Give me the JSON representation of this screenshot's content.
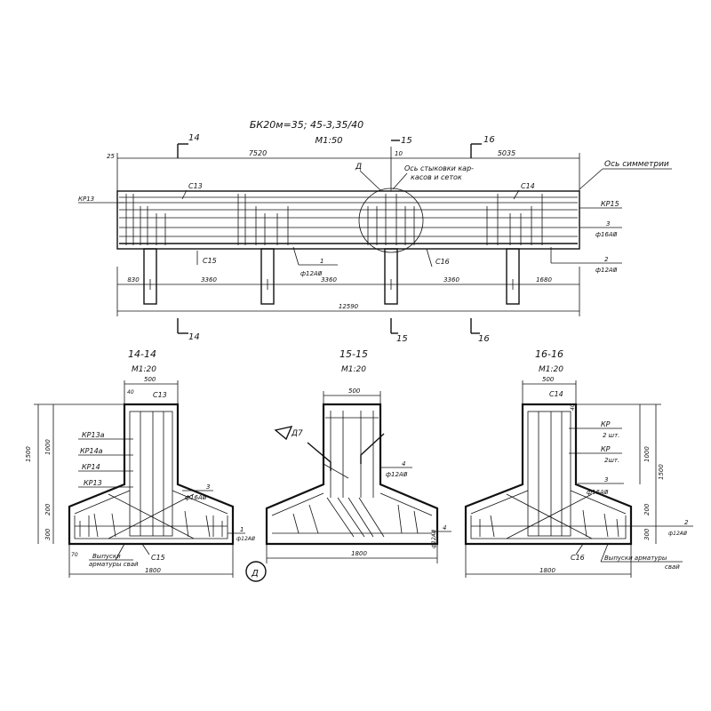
{
  "title": "БК20м=35; 45-3,35/40",
  "elevation": {
    "scale": "M1:50",
    "section_marks": [
      "14",
      "15",
      "16"
    ],
    "detail_mark": "Д",
    "axis_of_symmetry": "Ось симметрии",
    "joint_axis_line1": "Ось стыковки кар-",
    "joint_axis_line2": "касов и сеток",
    "labels": {
      "kr13": "КР13",
      "kr15": "КР15",
      "c13": "С13",
      "c14": "С14",
      "c15": "С15",
      "c16": "С16",
      "bar1_num": "1",
      "bar1_dia": "ф12АⅢ",
      "bar2_num": "2",
      "bar2_dia": "ф12АⅢ",
      "bar3_num": "3",
      "bar3_dia": "ф16АⅢ"
    },
    "dims": {
      "d25": "25",
      "d7520": "7520",
      "d10": "10",
      "d5035": "5035",
      "d830": "830",
      "d3360a": "3360",
      "d3360b": "3360",
      "d3360c": "3360",
      "d1680": "1680",
      "d12590": "12590"
    }
  },
  "section14": {
    "title": "14-14",
    "scale": "M1:20",
    "labels": {
      "kr13a": "КР13а",
      "kr14a": "КР14а",
      "kr14": "КР14",
      "kr13": "КР13",
      "c13": "С13",
      "c15": "С15",
      "bar3_num": "3",
      "bar3_dia": "ф16АⅢ",
      "bar1_num": "1",
      "bar1_dia": "ф12АⅢ",
      "pile_outlets_1": "Выпуски",
      "pile_outlets_2": "арматуры свай",
      "detail": "Д"
    },
    "dims": {
      "d500": "500",
      "d40": "40",
      "d1500": "1500",
      "d1000": "1000",
      "d200": "200",
      "d300": "300",
      "d70": "70",
      "d1800": "1800"
    }
  },
  "section15": {
    "title": "15-15",
    "scale": "M1:20",
    "labels": {
      "d7": "Д7",
      "bar4a_num": "4",
      "bar4a_dia": "ф12АⅢ",
      "bar4b_num": "4",
      "bar4b_dia": "ф12АⅢ"
    },
    "dims": {
      "d500": "500",
      "d1800": "1800"
    }
  },
  "section16": {
    "title": "16-16",
    "scale": "M1:20",
    "labels": {
      "c14": "С14",
      "kr_upper": "КР",
      "kr_upper_count": "2 шт.",
      "kr_lower": "КР",
      "kr_lower_count": "2шт.",
      "bar3_num": "3",
      "bar3_dia": "ф16АⅢ",
      "bar2_num": "2",
      "bar2_dia": "ф12АⅢ",
      "c16": "С16",
      "pile_outlets_1": "Выпуски арматуры",
      "pile_outlets_2": "свай"
    },
    "dims": {
      "d500": "500",
      "d40": "40",
      "d1000": "1000",
      "d1500": "1500",
      "d200": "200",
      "d300": "300",
      "d1800": "1800"
    }
  }
}
